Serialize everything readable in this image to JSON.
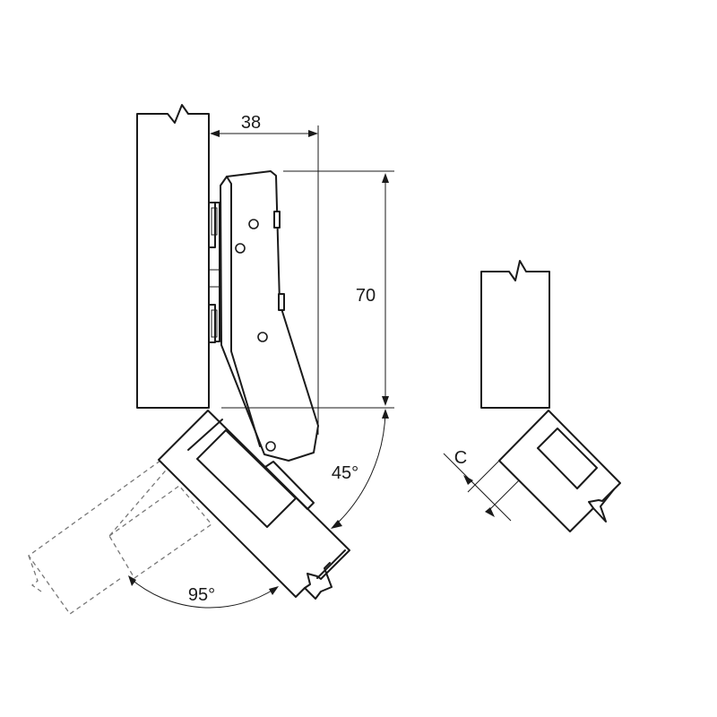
{
  "dimensions": {
    "width_38": "38",
    "height_70": "70",
    "angle_45": "45°",
    "angle_95": "95°",
    "offset_c": "C"
  },
  "colors": {
    "stroke": "#1a1a1a",
    "hidden_line": "#777777",
    "background": "#ffffff"
  }
}
